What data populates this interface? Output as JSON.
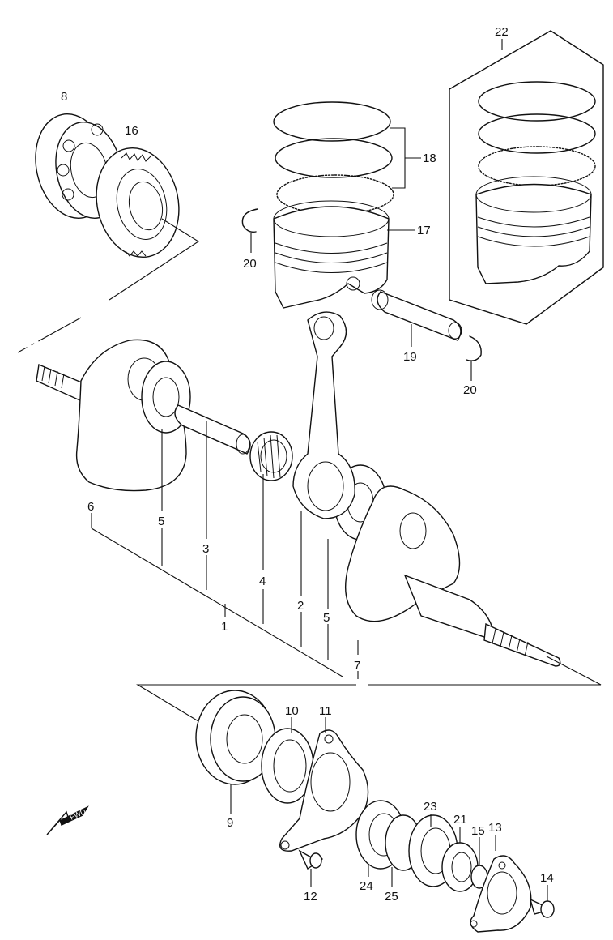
{
  "callouts": {
    "c1": "1",
    "c2": "2",
    "c3": "3",
    "c4": "4",
    "c5a": "5",
    "c5b": "5",
    "c6": "6",
    "c7": "7",
    "c8": "8",
    "c9": "9",
    "c10": "10",
    "c11": "11",
    "c12": "12",
    "c13": "13",
    "c14": "14",
    "c15": "15",
    "c16": "16",
    "c17": "17",
    "c18": "18",
    "c19": "19",
    "c20a": "20",
    "c20b": "20",
    "c21": "21",
    "c22": "22",
    "c23": "23",
    "c24": "24",
    "c25": "25"
  },
  "fwd_arrow": {
    "label": "FWD",
    "icon": "forward-arrow-icon"
  }
}
